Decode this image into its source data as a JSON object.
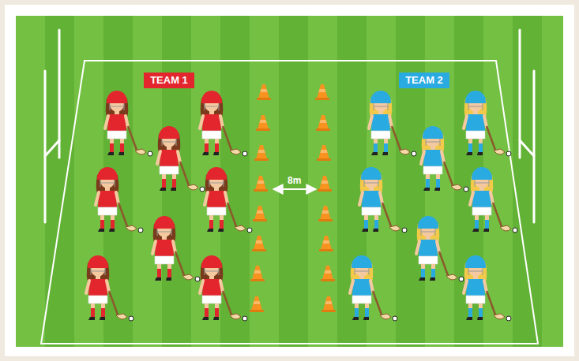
{
  "diagram": {
    "nodes": [
      {
        "text": [
          "TEAM 1"
        ]
      },
      {
        "text": [
          "TEAM 2"
        ]
      }
    ],
    "labels": [
      "8m"
    ]
  }
}
